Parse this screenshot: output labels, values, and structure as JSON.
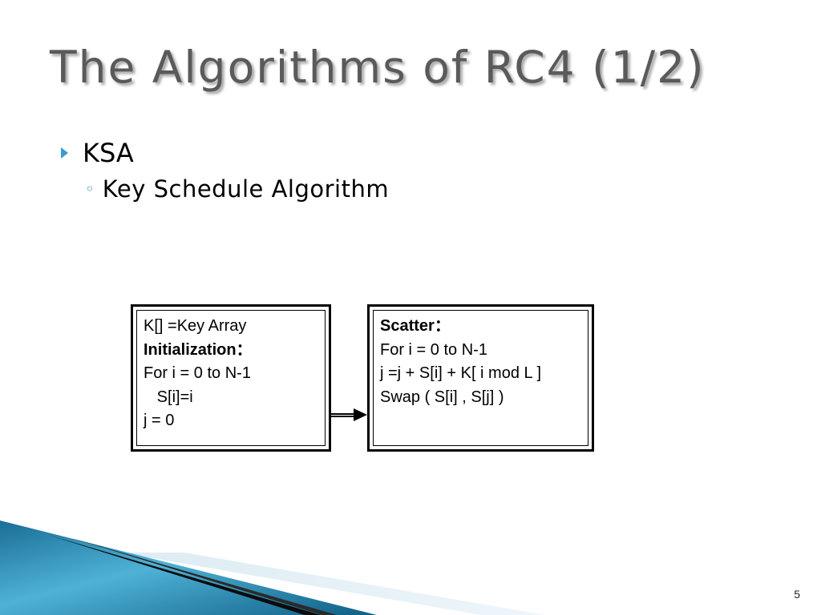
{
  "slide": {
    "title": "The Algorithms of RC4 (1/2)",
    "page_number": "5"
  },
  "bullets": {
    "level1": "KSA",
    "level2": "Key Schedule Algorithm"
  },
  "diagram": {
    "left_box": {
      "line1": "K[] =Key Array",
      "heading": "Initialization：",
      "line3": "For i = 0 to N-1",
      "line4": "   S[i]=i",
      "line5": "j = 0"
    },
    "right_box": {
      "heading": "Scatter：",
      "line2": "For i = 0 to N-1",
      "line3": "j =j + S[i] + K[ i mod L ]",
      "line4": "Swap ( S[i] , S[j] )"
    }
  },
  "theme": {
    "title_color": "#5a5a5a",
    "accent_blue": "#3a9ccc",
    "wave_light": "#cfe6f0",
    "wave_dark": "#0f5f86"
  }
}
